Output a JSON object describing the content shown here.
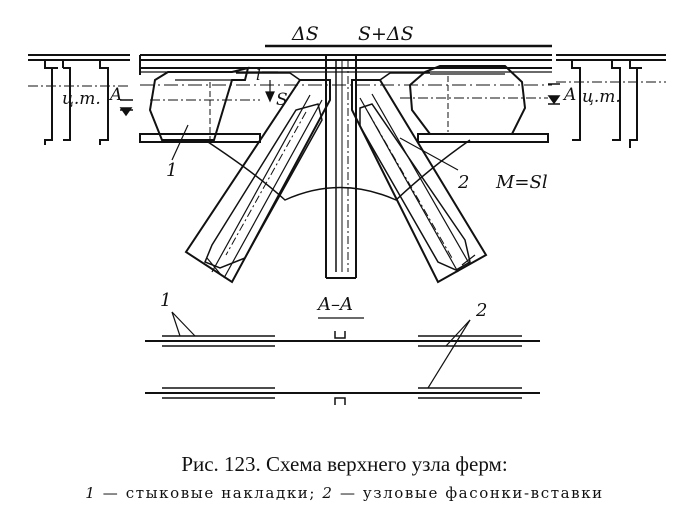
{
  "diagram": {
    "labels": {
      "delta_s": "ΔS",
      "s_plus_delta_s": "S+ΔS",
      "s": "S",
      "l": "l",
      "a_left": "A",
      "a_right": "A",
      "cg_left": "ц.т.",
      "cg_right": "ц.т.",
      "part1_top": "1",
      "part2_top": "2",
      "moment": "M=Sl",
      "section": "A–A",
      "part1_bottom": "1",
      "part2_bottom": "2"
    }
  },
  "caption": {
    "title": "Рис. 123. Схема верхнего узла ферм:",
    "legend": [
      {
        "num": "1",
        "text": "— стыковые накладки;"
      },
      {
        "num": "2",
        "text": "— узловые фасонки-вставки"
      }
    ]
  }
}
